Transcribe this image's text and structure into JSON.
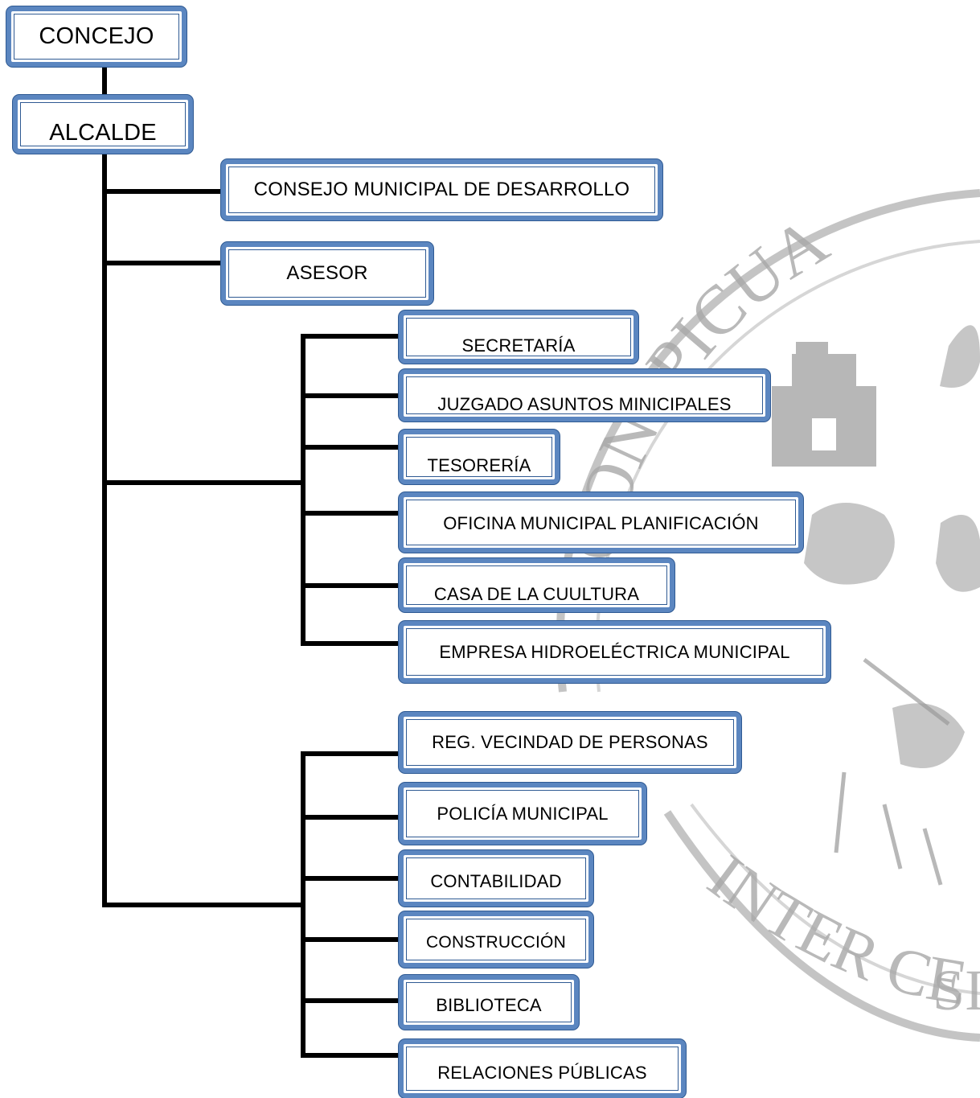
{
  "chart_data": {
    "type": "org-chart",
    "top": [
      "CONCEJO",
      "ALCALDE"
    ],
    "direct": [
      "CONSEJO MUNICIPAL DE DESARROLLO",
      "ASESOR"
    ],
    "group_1": [
      "SECRETARÍA",
      "JUZGADO ASUNTOS MINICIPALES",
      "TESORERÍA",
      "OFICINA MUNICIPAL PLANIFICACIÓN",
      "CASA DE LA CUULTURA",
      "EMPRESA HIDROELÉCTRICA MUNICIPAL"
    ],
    "group_2": [
      "REG. VECINDAD DE PERSONAS",
      "POLICÍA MUNICIPAL",
      "CONTABILIDAD",
      "CONSTRUCCIÓN",
      "BIBLIOTECA",
      "RELACIONES PÚBLICAS"
    ]
  },
  "watermark": {
    "text_top": "CONSPICUA",
    "text_bottom": "INTER CETERIS",
    "text_right_fragment": "SI"
  },
  "colors": {
    "box_border": "#5b86c0",
    "box_outline": "#2f5a93",
    "connector": "#000000",
    "watermark": "#a8a8a8"
  }
}
